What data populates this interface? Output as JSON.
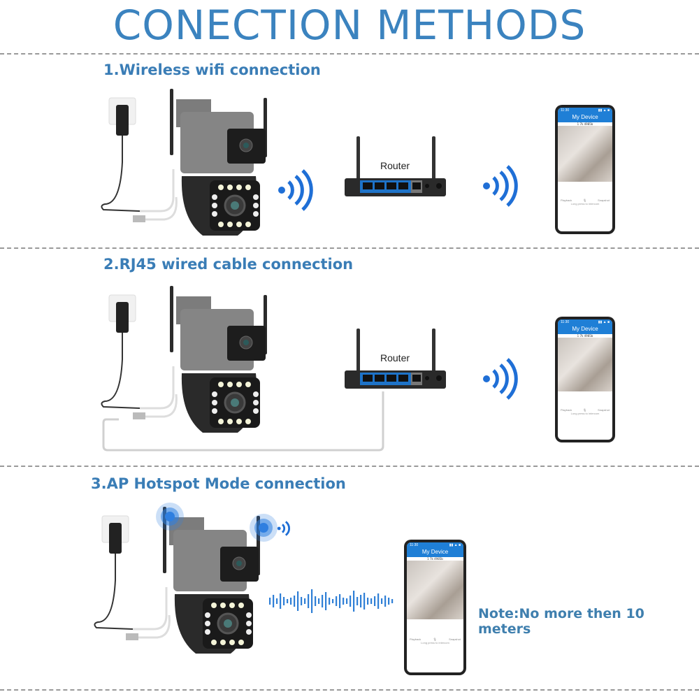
{
  "title": "CONECTION METHODS",
  "sections": [
    {
      "label": "1.Wireless wifi connection",
      "router_label": "Router"
    },
    {
      "label": "2.RJ45 wired cable connection",
      "router_label": "Router"
    },
    {
      "label": "3.AP Hotspot Mode connection"
    }
  ],
  "note": "Note:No more then 10 meters",
  "phone": {
    "time": "11:30",
    "app_title": "My Device",
    "device_id": "1 7k 4985b",
    "playback": "Playback",
    "snapshot": "Snapshot",
    "hint": "Long press to intercom"
  },
  "colors": {
    "accent": "#3b83bf",
    "signal": "#1f6fd6",
    "divider": "#999999"
  }
}
